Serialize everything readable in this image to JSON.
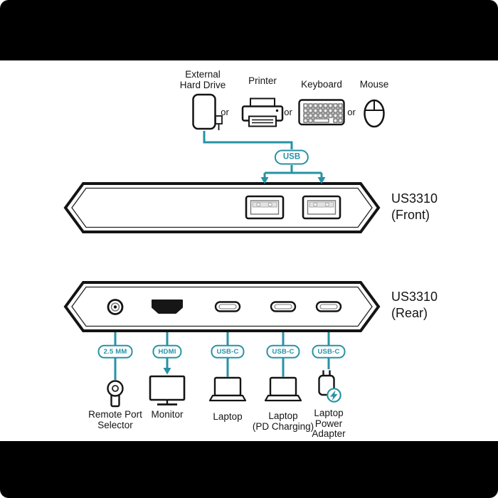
{
  "colors": {
    "accent": "#2792A6",
    "ink": "#141414"
  },
  "peripherals": {
    "or_label": "or",
    "external_hard_drive": "External\nHard Drive",
    "printer": "Printer",
    "keyboard": "Keyboard",
    "mouse": "Mouse"
  },
  "hub": {
    "usb_badge": "USB",
    "front_label": "US3310\n(Front)",
    "rear_label": "US3310\n(Rear)"
  },
  "rear_ports": {
    "badges": [
      "2.5 MM",
      "HDMI",
      "USB-C",
      "USB-C",
      "USB-C"
    ]
  },
  "connected_devices": {
    "remote": "Remote Port\nSelector",
    "monitor": "Monitor",
    "laptop": "Laptop",
    "laptop_pd": "Laptop\n(PD Charging)",
    "power_adapter": "Laptop\nPower\nAdapter"
  }
}
